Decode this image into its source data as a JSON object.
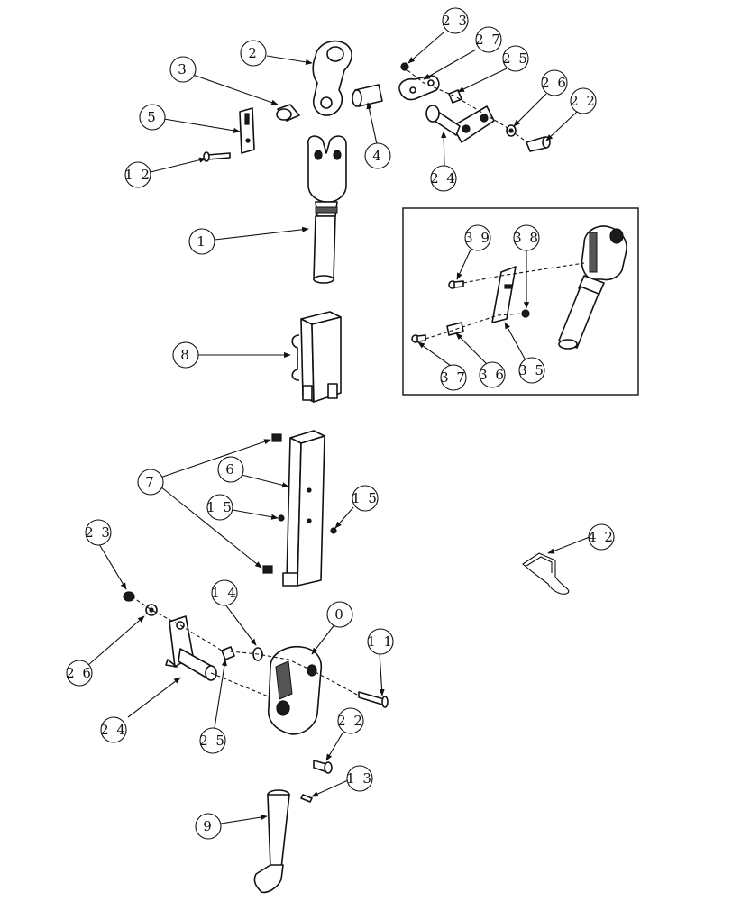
{
  "callouts": {
    "c2_top": "2",
    "c3": "3",
    "c4": "4",
    "c5": "5",
    "c12": "1 2",
    "c1": "1",
    "c23_top": "2 3",
    "c27": "2 7",
    "c25_top": "2 5",
    "c26_top": "2 6",
    "c22_top": "2 2",
    "c24_top": "2 4",
    "c39": "3 9",
    "c38": "3 8",
    "c37": "3 7",
    "c36": "3 6",
    "c35": "3 5",
    "c8": "8",
    "c7": "7",
    "c6": "6",
    "c15_left": "1 5",
    "c15_right": "1 5",
    "c42": "4 2",
    "c23_bot": "2 3",
    "c26_bot": "2 6",
    "c24_bot": "2 4",
    "c14": "1 4",
    "c0": "0",
    "c11": "1 1",
    "c25_bot": "2 5",
    "c22_bot": "2 2",
    "c13": "1 3",
    "c9": "9"
  }
}
